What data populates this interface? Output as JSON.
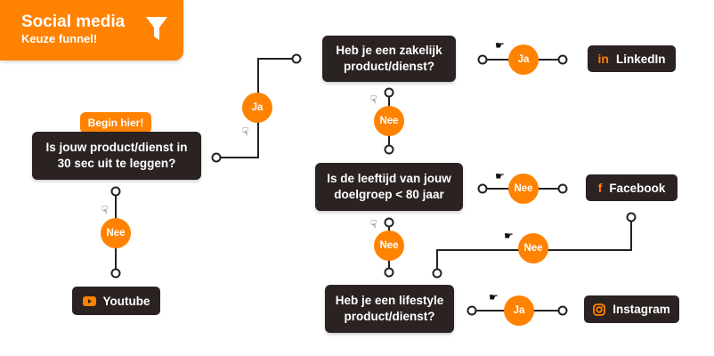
{
  "header": {
    "title": "Social media",
    "subtitle": "Keuze funnel!",
    "icon": "funnel-icon"
  },
  "start_label": "Begin hier!",
  "questions": {
    "q1": "Is jouw product/dienst in\n30 sec uit te leggen?",
    "q2": "Heb je een zakelijk\nproduct/dienst?",
    "q3": "Is de leeftijd van jouw\ndoelgroep < 80 jaar",
    "q4": "Heb je een lifestyle\nproduct/dienst?"
  },
  "answers": {
    "q1_yes": "Ja",
    "q1_no": "Nee",
    "q2_yes": "Ja",
    "q2_no": "Nee",
    "q3_yes": "Nee",
    "q3_no": "Nee",
    "q4_yes": "Ja",
    "q4_no": "Nee"
  },
  "platforms": {
    "youtube": {
      "label": "Youtube",
      "icon": "youtube-icon"
    },
    "linkedin": {
      "label": "LinkedIn",
      "icon": "linkedin-icon"
    },
    "facebook": {
      "label": "Facebook",
      "icon": "facebook-icon"
    },
    "instagram": {
      "label": "Instagram",
      "icon": "instagram-icon"
    }
  },
  "colors": {
    "accent": "#ff8200",
    "box": "#2b2222",
    "line": "#222222"
  }
}
